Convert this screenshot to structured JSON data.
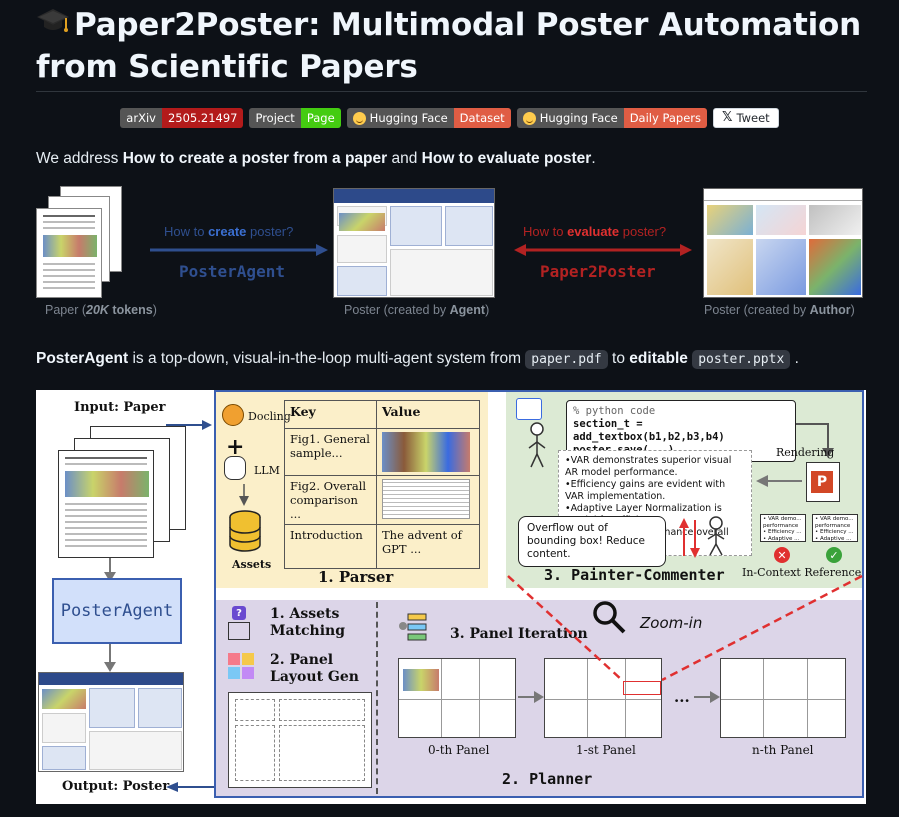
{
  "title": "Paper2Poster: Multimodal Poster Automation from Scientific Papers",
  "badges": [
    {
      "left": "arXiv",
      "right": "2505.21497",
      "color": "#b31b1b"
    },
    {
      "left": "Project",
      "right": "Page",
      "color": "#44cc11"
    },
    {
      "left": "Hugging Face",
      "right": "Dataset",
      "color": "#e05d44"
    },
    {
      "left": "Hugging Face",
      "right": "Daily Papers",
      "color": "#e05d44"
    }
  ],
  "tweet": "Tweet",
  "intro": {
    "prefix": "We address ",
    "q1": "How to create a poster from a paper",
    "mid": " and ",
    "q2": "How to evaluate poster",
    "suffix": "."
  },
  "overview": {
    "paper_label": "Paper",
    "paper_tokens": "20K",
    "paper_tokens_unit": " tokens",
    "create_q_pre": "How to ",
    "create_q_key": "create",
    "create_q_post": " poster?",
    "create_agent": "PosterAgent",
    "poster_label": "Poster",
    "poster_by_pre": "(created by ",
    "poster_by_key": "Agent",
    "eval_q_pre": "How to ",
    "eval_q_key": "evaluate",
    "eval_q_post": " poster?",
    "eval_agent": "Paper2Poster",
    "author_label": "Poster",
    "author_by_pre": "(created by ",
    "author_by_key": "Author",
    "close_paren": ")",
    "colors": {
      "create": "#2f4f8f",
      "create_key": "#3b6fd1",
      "eval": "#b22222",
      "eval_key": "#e03030"
    }
  },
  "desc": {
    "agent": "PosterAgent",
    "text1": " is a top-down, visual-in-the-loop multi-agent system from ",
    "code1": "paper.pdf",
    "text2": " to ",
    "editable": "editable",
    "code2": "poster.pptx",
    "text3": " ."
  },
  "figure": {
    "input_label": "Input: Paper",
    "output_label": "Output: Poster",
    "poster_agent": "PosterAgent",
    "docling": "Docling",
    "llm": "LLM",
    "assets": "Assets",
    "table_headers": [
      "Key",
      "Value"
    ],
    "table_rows": [
      {
        "key": "Fig1. General sample...",
        "value_type": "image"
      },
      {
        "key": "Fig2. Overall comparison ...",
        "value_type": "table"
      },
      {
        "key": "Introduction",
        "value": "The advent of GPT ..."
      }
    ],
    "parser_title": "1.   Parser",
    "code_lines": [
      "% python code",
      "section_t = add_textbox(b1,b2,b3,b4)",
      "poster.save(...)"
    ],
    "bullets": [
      "•VAR demonstrates superior visual AR model performance.",
      "•Efficiency gains are evident with VAR implementation.",
      "•Adaptive Layer Normalization is crucial for efficiency.",
      "•Key components enhance overall VAR effectiveness."
    ],
    "rendering": "Rendering",
    "bubble": "Overflow out of bounding box! Reduce content.",
    "painter_title": "3. Painter-Commenter",
    "in_context": "In-Context Reference",
    "mini_card_lines": [
      "• VAR demo...",
      "  performance",
      "• Efficiency ...",
      "• Adaptive ..."
    ],
    "assets_matching": "1. Assets Matching",
    "panel_layout": "2. Panel Layout Gen",
    "panel_iteration": "3. Panel Iteration",
    "zoom_in": "Zoom-in",
    "panels": [
      "0-th Panel",
      "1-st Panel",
      "n-th Panel"
    ],
    "ellipsis": "...",
    "planner_title": "2. Planner"
  }
}
